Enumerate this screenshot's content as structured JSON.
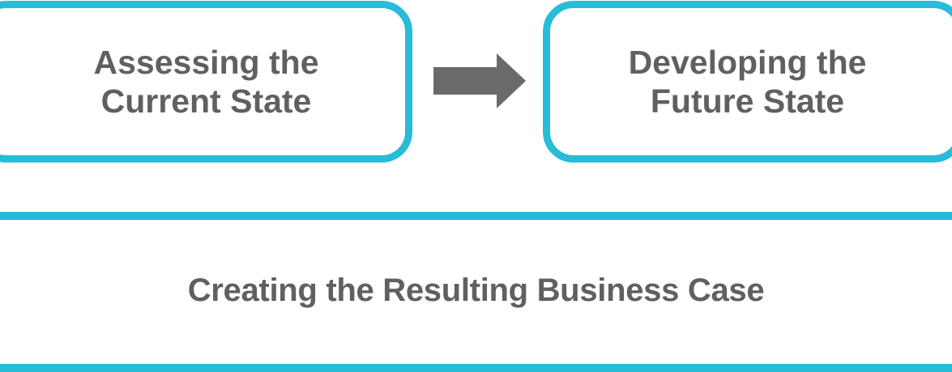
{
  "diagram": {
    "colors": {
      "accent": "#27bcd8",
      "text": "#606062",
      "arrow": "#6a6a6c",
      "background": "#ffffff"
    },
    "steps": [
      {
        "label": "Assessing the\nCurrent State"
      },
      {
        "label": "Developing the\nFuture State"
      }
    ],
    "connector": {
      "icon": "arrow-right-icon"
    },
    "result": {
      "label": "Creating the Resulting Business Case"
    }
  }
}
